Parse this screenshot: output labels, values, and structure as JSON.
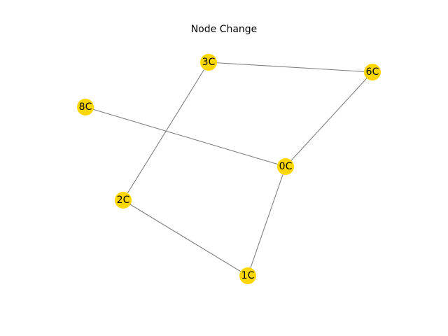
{
  "diagram": {
    "title": "Node Change",
    "colors": {
      "node_fill": "#ffd700",
      "edge_stroke": "#808080",
      "label_text": "#000000"
    },
    "nodes": [
      {
        "id": "3C",
        "label": "3C"
      },
      {
        "id": "6C",
        "label": "6C"
      },
      {
        "id": "8C",
        "label": "8C"
      },
      {
        "id": "0C",
        "label": "0C"
      },
      {
        "id": "2C",
        "label": "2C"
      },
      {
        "id": "1C",
        "label": "1C"
      }
    ],
    "edges": [
      {
        "source": "3C",
        "target": "6C"
      },
      {
        "source": "3C",
        "target": "2C"
      },
      {
        "source": "6C",
        "target": "0C"
      },
      {
        "source": "8C",
        "target": "0C"
      },
      {
        "source": "0C",
        "target": "1C"
      },
      {
        "source": "2C",
        "target": "1C"
      }
    ]
  }
}
